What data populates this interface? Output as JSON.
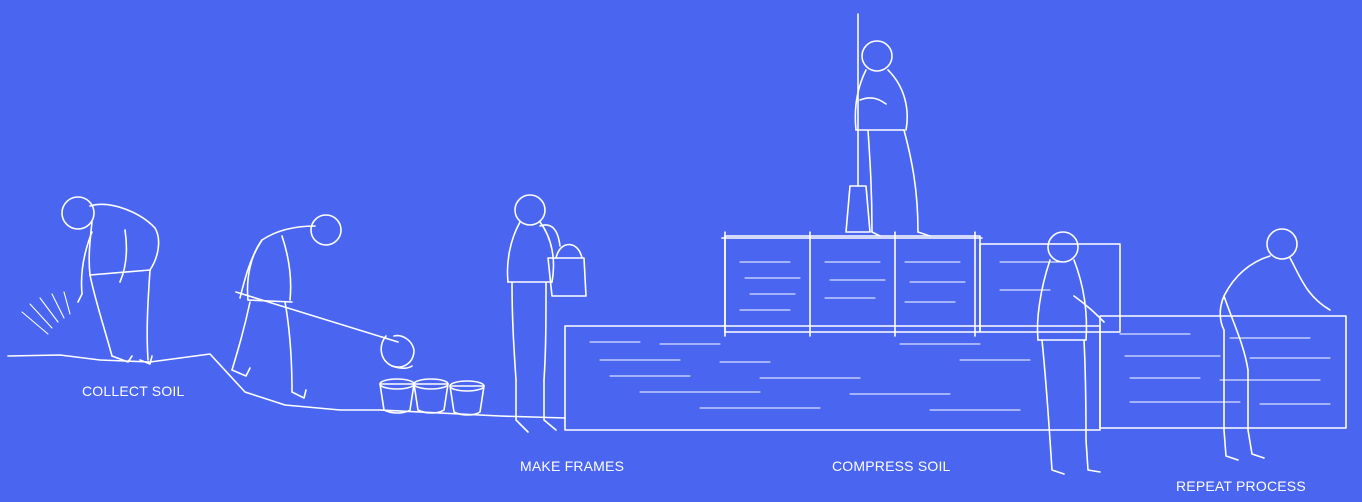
{
  "steps": [
    {
      "label": "COLLECT SOIL"
    },
    {
      "label": "MAKE FRAMES"
    },
    {
      "label": "COMPRESS SOIL"
    },
    {
      "label": "REPEAT PROCESS"
    }
  ],
  "colors": {
    "background": "#4a66f0",
    "line": "#ffffff"
  }
}
